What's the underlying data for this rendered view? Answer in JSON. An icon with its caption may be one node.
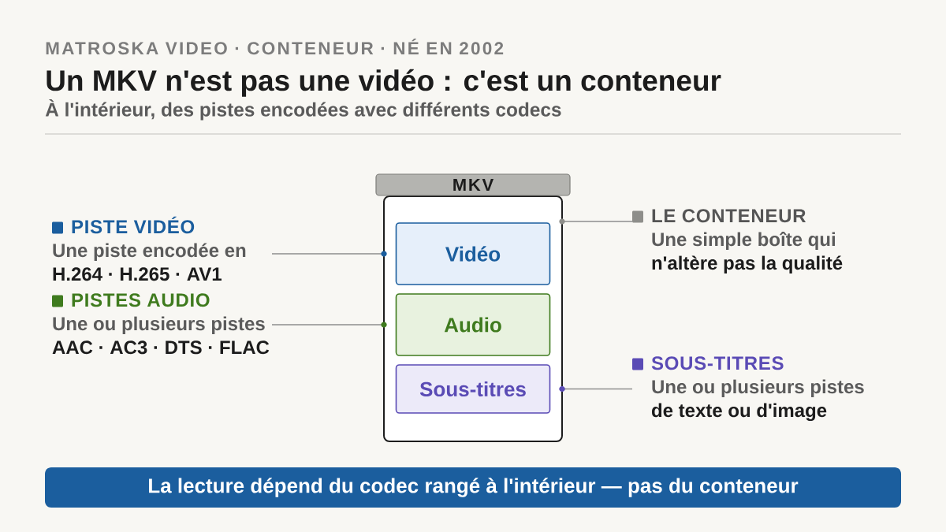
{
  "diagram": {
    "title": "Un MKV n'est pas une vidéo : c'est un conteneur",
    "nodes": [
      {
        "text": [
          "MKV"
        ]
      },
      {
        "text": [
          "Vidéo"
        ],
        "in": 0
      },
      {
        "text": [
          "Audio"
        ],
        "in": 0
      },
      {
        "text": [
          "Sous-titres"
        ],
        "in": 0
      },
      {
        "text": [
          "PISTE VIDÉO",
          "Une piste encodée en",
          "H.264 · H.265 · AV1"
        ]
      },
      {
        "text": [
          "PISTES AUDIO",
          "Une ou plusieurs pistes",
          "AAC · AC3 · DTS · FLAC"
        ]
      },
      {
        "text": [
          "LE CONTENEUR",
          "Une simple boîte qui",
          "n'altère pas la qualité"
        ]
      },
      {
        "text": [
          "SOUS-TITRES",
          "Une ou plusieurs pistes",
          "de texte ou d'image"
        ]
      },
      {
        "text": [
          "La lecture dépend du codec rangé à l'intérieur — pas du conteneur"
        ]
      }
    ],
    "edges": [
      {
        "from": 4,
        "to": 1,
        "arrow": "other"
      },
      {
        "from": 5,
        "to": 2,
        "arrow": "other"
      },
      {
        "from": 6,
        "to": 0,
        "arrow": "other"
      },
      {
        "from": 7,
        "to": 3,
        "arrow": "other"
      }
    ],
    "labels": [
      "MATROSKA VIDEO · CONTENEUR · NÉ EN 2002",
      "À l'intérieur, des pistes encodées avec différents codecs"
    ]
  }
}
